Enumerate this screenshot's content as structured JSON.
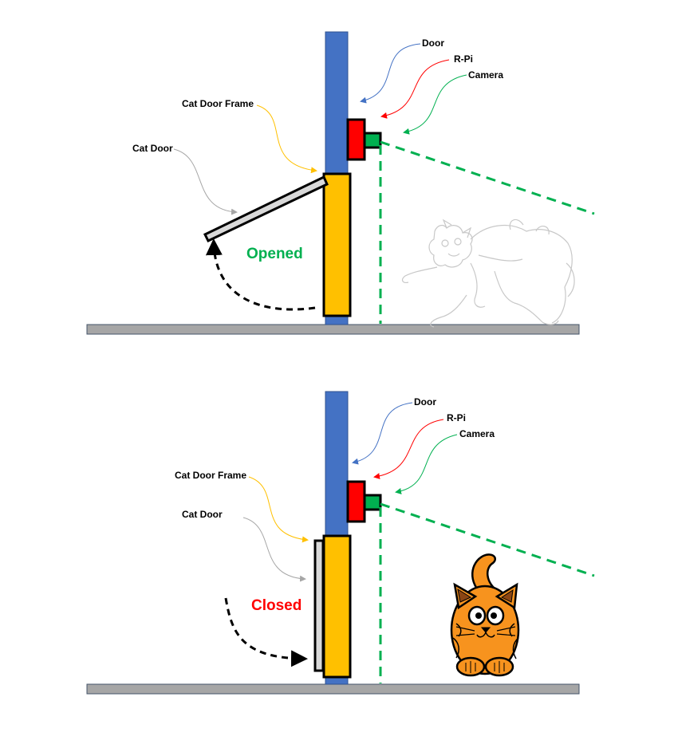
{
  "labels": {
    "door": "Door",
    "rpi": "R-Pi",
    "camera": "Camera",
    "cat_door_frame": "Cat Door Frame",
    "cat_door": "Cat Door"
  },
  "states": {
    "opened": "Opened",
    "closed": "Closed"
  },
  "colors": {
    "door": "#4472c4",
    "rpi": "#ff0000",
    "camera": "#00b050",
    "frame": "#ffc000",
    "cat_door": "#d9d9d9",
    "floor": "#a6a6a6",
    "cat_orange": "#f7931e"
  }
}
